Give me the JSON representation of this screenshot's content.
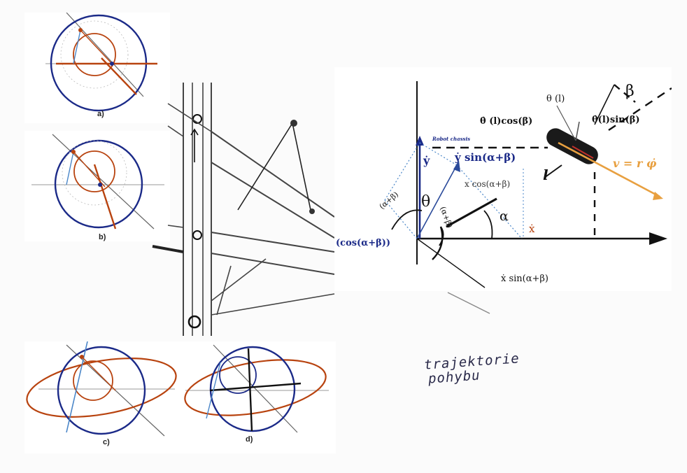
{
  "colors": {
    "blue": "#1b2a88",
    "orange": "#b8430f",
    "dark_orange": "#7a2a10",
    "black": "#111111",
    "grey": "#9a9a9a",
    "velocity": "#e8a040",
    "dotted_blue": "#4a86c8"
  },
  "panels": {
    "a": {
      "caption": "a)"
    },
    "b": {
      "caption": "b)"
    },
    "c": {
      "caption": "c)"
    },
    "d": {
      "caption": "d)"
    }
  },
  "kinematics": {
    "theta_l": "θ (l)",
    "theta_l_cos_beta": "θ̇ (l)cos(β)",
    "theta_l_sin_beta": "θ̇(l)sin(β)",
    "beta": "β",
    "robot_chassis": "Robot chassis",
    "y_dot": "ẏ",
    "y_dot_sin": "ẏ sin(α+β)",
    "x_cos": "x cos(α+β)",
    "velocity": "v = r φ̇",
    "l_label": "l",
    "theta": "θ",
    "alpha_beta_left": "(α+β)",
    "alpha_beta_mid": "(α+β)",
    "alpha": "α",
    "x_dot": "ẋ",
    "cos_left": "(cos(α+β))",
    "x_sin": "ẋ sin(α+β)"
  },
  "handwriting": {
    "line1": "trajektorie",
    "line2": "pohybu"
  }
}
